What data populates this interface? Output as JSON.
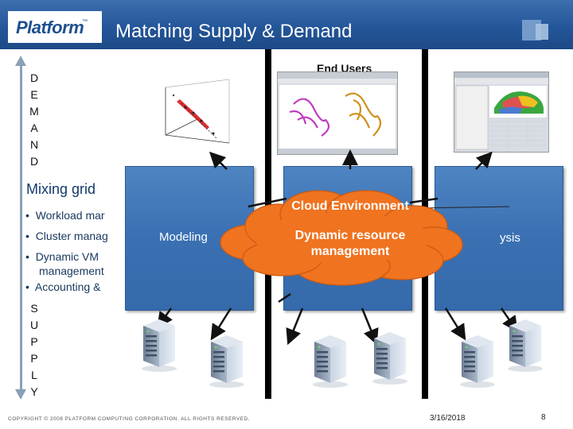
{
  "header": {
    "logo": "Platform",
    "title": "Matching Supply & Demand"
  },
  "arrow": {
    "top_word": [
      "D",
      "E",
      "M",
      "A",
      "N",
      "D"
    ],
    "bottom_word": [
      "S",
      "U",
      "P",
      "P",
      "L",
      "Y"
    ]
  },
  "end_users_label": "End Users",
  "mixing_title": "Mixing grid",
  "bullets": [
    "Workload mar",
    "Cluster manag",
    "Dynamic VM",
    "management",
    "Accounting &"
  ],
  "panels": {
    "left": "Modeling",
    "right": "ysis"
  },
  "cloud": {
    "title": "Cloud Environment",
    "main_line1": "Dynamic resource",
    "main_line2": "management"
  },
  "footer": {
    "copyright": "COPYRIGHT © 2008  PLATFORM COMPUTING CORPORATION. ALL RIGHTS RESERVED.",
    "date": "3/16/2018",
    "page": "8"
  },
  "colors": {
    "header_blue": "#24569a",
    "panel_blue": "#3f76b8",
    "cloud_orange": "#f0731f",
    "text_navy": "#17375e"
  }
}
